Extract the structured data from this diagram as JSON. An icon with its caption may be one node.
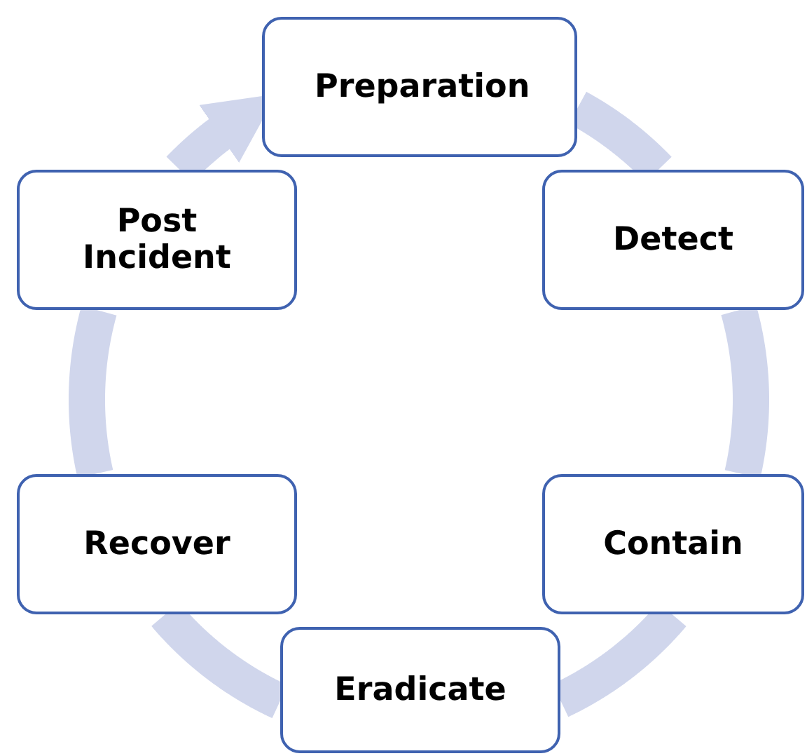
{
  "diagram": {
    "nodes": [
      {
        "text": [
          "Preparation"
        ]
      },
      {
        "text": [
          "Detect"
        ]
      },
      {
        "text": [
          "Contain"
        ]
      },
      {
        "text": [
          "Eradicate"
        ]
      },
      {
        "text": [
          "Recover"
        ]
      },
      {
        "text": [
          "Post Incident"
        ]
      }
    ],
    "edges": [
      {
        "from": 0,
        "to": 1,
        "arrow": "none"
      },
      {
        "from": 1,
        "to": 2,
        "arrow": "none"
      },
      {
        "from": 2,
        "to": 3,
        "arrow": "none"
      },
      {
        "from": 3,
        "to": 4,
        "arrow": "none"
      },
      {
        "from": 4,
        "to": 5,
        "arrow": "none"
      },
      {
        "from": 5,
        "to": 0,
        "arrow": "to"
      }
    ]
  }
}
